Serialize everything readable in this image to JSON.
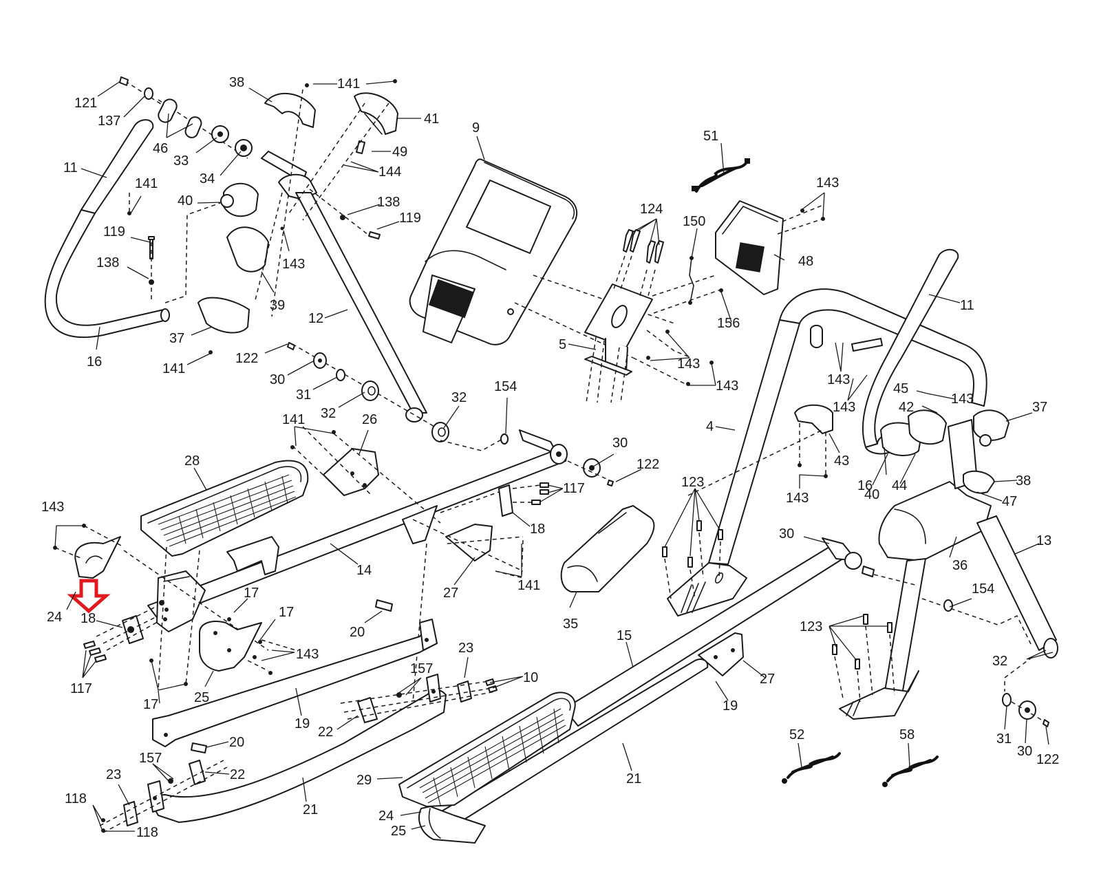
{
  "diagram": {
    "type": "exploded-parts-diagram",
    "subject": "Elliptical trainer frame assembly",
    "highlight": {
      "shape": "red-down-arrow",
      "color": "#e0191f",
      "points_to_part": "18"
    },
    "callouts": [
      {
        "id": "c121a",
        "label": "121"
      },
      {
        "id": "c137",
        "label": "137"
      },
      {
        "id": "c46",
        "label": "46"
      },
      {
        "id": "c33",
        "label": "33"
      },
      {
        "id": "c34",
        "label": "34"
      },
      {
        "id": "c38a",
        "label": "38"
      },
      {
        "id": "c141a",
        "label": "141"
      },
      {
        "id": "c41",
        "label": "41"
      },
      {
        "id": "c49",
        "label": "49"
      },
      {
        "id": "c144",
        "label": "144"
      },
      {
        "id": "c11a",
        "label": "11"
      },
      {
        "id": "c141b",
        "label": "141"
      },
      {
        "id": "c40a",
        "label": "40"
      },
      {
        "id": "c119a",
        "label": "119"
      },
      {
        "id": "c138a",
        "label": "138"
      },
      {
        "id": "c138b",
        "label": "138"
      },
      {
        "id": "c119b",
        "label": "119"
      },
      {
        "id": "c143a",
        "label": "143"
      },
      {
        "id": "c39",
        "label": "39"
      },
      {
        "id": "c37a",
        "label": "37"
      },
      {
        "id": "c16a",
        "label": "16"
      },
      {
        "id": "c141c",
        "label": "141"
      },
      {
        "id": "c12",
        "label": "12"
      },
      {
        "id": "c122a",
        "label": "122"
      },
      {
        "id": "c30a",
        "label": "30"
      },
      {
        "id": "c31a",
        "label": "31"
      },
      {
        "id": "c32a",
        "label": "32"
      },
      {
        "id": "c32b",
        "label": "32"
      },
      {
        "id": "c9",
        "label": "9"
      },
      {
        "id": "c51",
        "label": "51"
      },
      {
        "id": "c143b",
        "label": "143"
      },
      {
        "id": "c124",
        "label": "124"
      },
      {
        "id": "c150",
        "label": "150"
      },
      {
        "id": "c48",
        "label": "48"
      },
      {
        "id": "c156",
        "label": "156"
      },
      {
        "id": "c5",
        "label": "5"
      },
      {
        "id": "c143c",
        "label": "143"
      },
      {
        "id": "c143d",
        "label": "143"
      },
      {
        "id": "c11b",
        "label": "11"
      },
      {
        "id": "c143e",
        "label": "143"
      },
      {
        "id": "c143f",
        "label": "143"
      },
      {
        "id": "c45",
        "label": "45"
      },
      {
        "id": "c143g",
        "label": "143"
      },
      {
        "id": "c42",
        "label": "42"
      },
      {
        "id": "c37b",
        "label": "37"
      },
      {
        "id": "c4",
        "label": "4"
      },
      {
        "id": "c43",
        "label": "43"
      },
      {
        "id": "c16b",
        "label": "16"
      },
      {
        "id": "c40b",
        "label": "40"
      },
      {
        "id": "c44",
        "label": "44"
      },
      {
        "id": "c38b",
        "label": "38"
      },
      {
        "id": "c47",
        "label": "47"
      },
      {
        "id": "c143h",
        "label": "143"
      },
      {
        "id": "c154a",
        "label": "154"
      },
      {
        "id": "c141d",
        "label": "141"
      },
      {
        "id": "c26",
        "label": "26"
      },
      {
        "id": "c30b",
        "label": "30"
      },
      {
        "id": "c122b",
        "label": "122"
      },
      {
        "id": "c28",
        "label": "28"
      },
      {
        "id": "c117a",
        "label": "117"
      },
      {
        "id": "c18a",
        "label": "18"
      },
      {
        "id": "c123a",
        "label": "123"
      },
      {
        "id": "c143i",
        "label": "143"
      },
      {
        "id": "c14",
        "label": "14"
      },
      {
        "id": "c27a",
        "label": "27"
      },
      {
        "id": "c141e",
        "label": "141"
      },
      {
        "id": "c30c",
        "label": "30"
      },
      {
        "id": "c13",
        "label": "13"
      },
      {
        "id": "c36",
        "label": "36"
      },
      {
        "id": "c35",
        "label": "35"
      },
      {
        "id": "c24a",
        "label": "24"
      },
      {
        "id": "c18b",
        "label": "18"
      },
      {
        "id": "c17a",
        "label": "17"
      },
      {
        "id": "c17b",
        "label": "17"
      },
      {
        "id": "c154b",
        "label": "154"
      },
      {
        "id": "c143j",
        "label": "143"
      },
      {
        "id": "c20a",
        "label": "20"
      },
      {
        "id": "c15",
        "label": "15"
      },
      {
        "id": "c123b",
        "label": "123"
      },
      {
        "id": "c117b",
        "label": "117"
      },
      {
        "id": "c25a",
        "label": "25"
      },
      {
        "id": "c23a",
        "label": "23"
      },
      {
        "id": "c157a",
        "label": "157"
      },
      {
        "id": "c10",
        "label": "10"
      },
      {
        "id": "c32c",
        "label": "32"
      },
      {
        "id": "c27b",
        "label": "27"
      },
      {
        "id": "c17c",
        "label": "17"
      },
      {
        "id": "c19a",
        "label": "19"
      },
      {
        "id": "c22a",
        "label": "22"
      },
      {
        "id": "c19b",
        "label": "19"
      },
      {
        "id": "c20b",
        "label": "20"
      },
      {
        "id": "c52",
        "label": "52"
      },
      {
        "id": "c58",
        "label": "58"
      },
      {
        "id": "c31b",
        "label": "31"
      },
      {
        "id": "c30d",
        "label": "30"
      },
      {
        "id": "c122c",
        "label": "122"
      },
      {
        "id": "c157b",
        "label": "157"
      },
      {
        "id": "c23b",
        "label": "23"
      },
      {
        "id": "c22b",
        "label": "22"
      },
      {
        "id": "c21a",
        "label": "21"
      },
      {
        "id": "c21b",
        "label": "21"
      },
      {
        "id": "c118a",
        "label": "118"
      },
      {
        "id": "c118b",
        "label": "118"
      },
      {
        "id": "c29",
        "label": "29"
      },
      {
        "id": "c24b",
        "label": "24"
      },
      {
        "id": "c25b",
        "label": "25"
      }
    ]
  }
}
